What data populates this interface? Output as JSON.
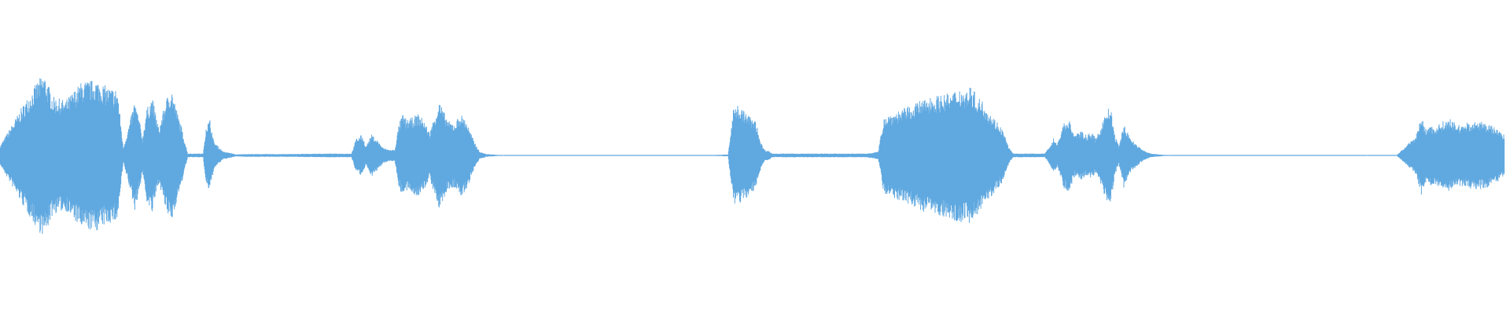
{
  "chart_data": {
    "type": "area",
    "title": "",
    "xlabel": "",
    "ylabel": "",
    "grid": false,
    "legend": "none",
    "color": "#5fa8e0",
    "ylim": [
      -1,
      1
    ],
    "xlim": [
      0,
      1568
    ],
    "envelope": {
      "x": [
        0,
        10,
        25,
        40,
        46,
        55,
        68,
        85,
        100,
        112,
        122,
        128,
        134,
        140,
        145,
        148,
        152,
        158,
        165,
        172,
        178,
        183,
        188,
        195,
        205,
        211,
        214,
        218,
        222,
        228,
        232,
        238,
        245,
        255,
        300,
        340,
        365,
        370,
        376,
        380,
        386,
        392,
        398,
        405,
        410,
        414,
        418,
        422,
        428,
        434,
        440,
        446,
        452,
        456,
        460,
        466,
        472,
        478,
        484,
        488,
        492,
        498,
        505,
        512,
        518,
        522,
        556,
        695,
        742,
        756,
        762,
        766,
        772,
        778,
        785,
        790,
        794,
        798,
        802,
        808,
        850,
        900,
        912,
        918,
        925,
        935,
        950,
        965,
        978,
        988,
        996,
        1002,
        1008,
        1015,
        1020,
        1026,
        1032,
        1040,
        1048,
        1052,
        1058,
        1070,
        1085,
        1090,
        1094,
        1098,
        1104,
        1110,
        1116,
        1122,
        1128,
        1134,
        1138,
        1143,
        1148,
        1153,
        1158,
        1162,
        1167,
        1172,
        1176,
        1182,
        1188,
        1195,
        1205,
        1215,
        1234,
        1420,
        1428,
        1450,
        1470,
        1476,
        1480,
        1484,
        1490,
        1498,
        1506,
        1515,
        1525,
        1535,
        1545,
        1555,
        1562,
        1568
      ],
      "amplitude": [
        0.1,
        0.28,
        0.55,
        0.8,
        0.86,
        0.62,
        0.58,
        0.78,
        0.8,
        0.72,
        0.7,
        0.08,
        0.32,
        0.58,
        0.36,
        0.18,
        0.48,
        0.62,
        0.28,
        0.58,
        0.72,
        0.5,
        0.32,
        0.02,
        0.02,
        0.02,
        0.32,
        0.38,
        0.15,
        0.08,
        0.04,
        0.03,
        0.01,
        0.015,
        0.015,
        0.02,
        0.02,
        0.18,
        0.22,
        0.1,
        0.22,
        0.16,
        0.08,
        0.06,
        0.06,
        0.32,
        0.44,
        0.38,
        0.4,
        0.44,
        0.38,
        0.24,
        0.44,
        0.58,
        0.48,
        0.36,
        0.34,
        0.44,
        0.38,
        0.26,
        0.16,
        0.04,
        0.015,
        0.01,
        0.005,
        0.0,
        0.005,
        0.005,
        0.005,
        0.01,
        0.52,
        0.54,
        0.48,
        0.42,
        0.36,
        0.14,
        0.06,
        0.05,
        0.02,
        0.02,
        0.02,
        0.02,
        0.04,
        0.42,
        0.44,
        0.48,
        0.55,
        0.62,
        0.64,
        0.66,
        0.72,
        0.68,
        0.74,
        0.62,
        0.58,
        0.48,
        0.4,
        0.3,
        0.08,
        0.02,
        0.02,
        0.02,
        0.02,
        0.1,
        0.18,
        0.12,
        0.34,
        0.38,
        0.22,
        0.26,
        0.22,
        0.24,
        0.18,
        0.3,
        0.46,
        0.52,
        0.2,
        0.1,
        0.34,
        0.22,
        0.16,
        0.1,
        0.05,
        0.02,
        0.01,
        0.0,
        0.005,
        0.0,
        0.005,
        0.0,
        0.2,
        0.42,
        0.28,
        0.32,
        0.3,
        0.36,
        0.38,
        0.32,
        0.35,
        0.36,
        0.34,
        0.28,
        0.22
      ]
    }
  }
}
